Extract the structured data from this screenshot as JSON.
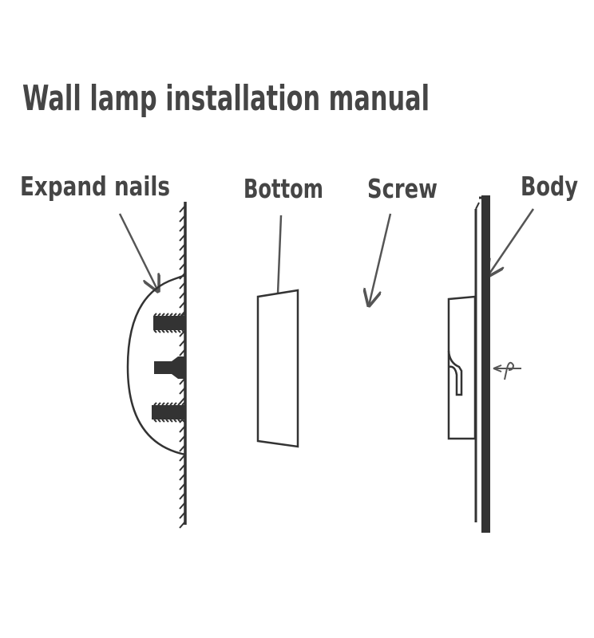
{
  "title": "Wall lamp installation manual",
  "labels": {
    "expand_nails": "Expand nails",
    "bottom": "Bottom",
    "screw": "Screw",
    "body": "Body"
  },
  "colors": {
    "ink": "#333333",
    "text": "#454545"
  }
}
